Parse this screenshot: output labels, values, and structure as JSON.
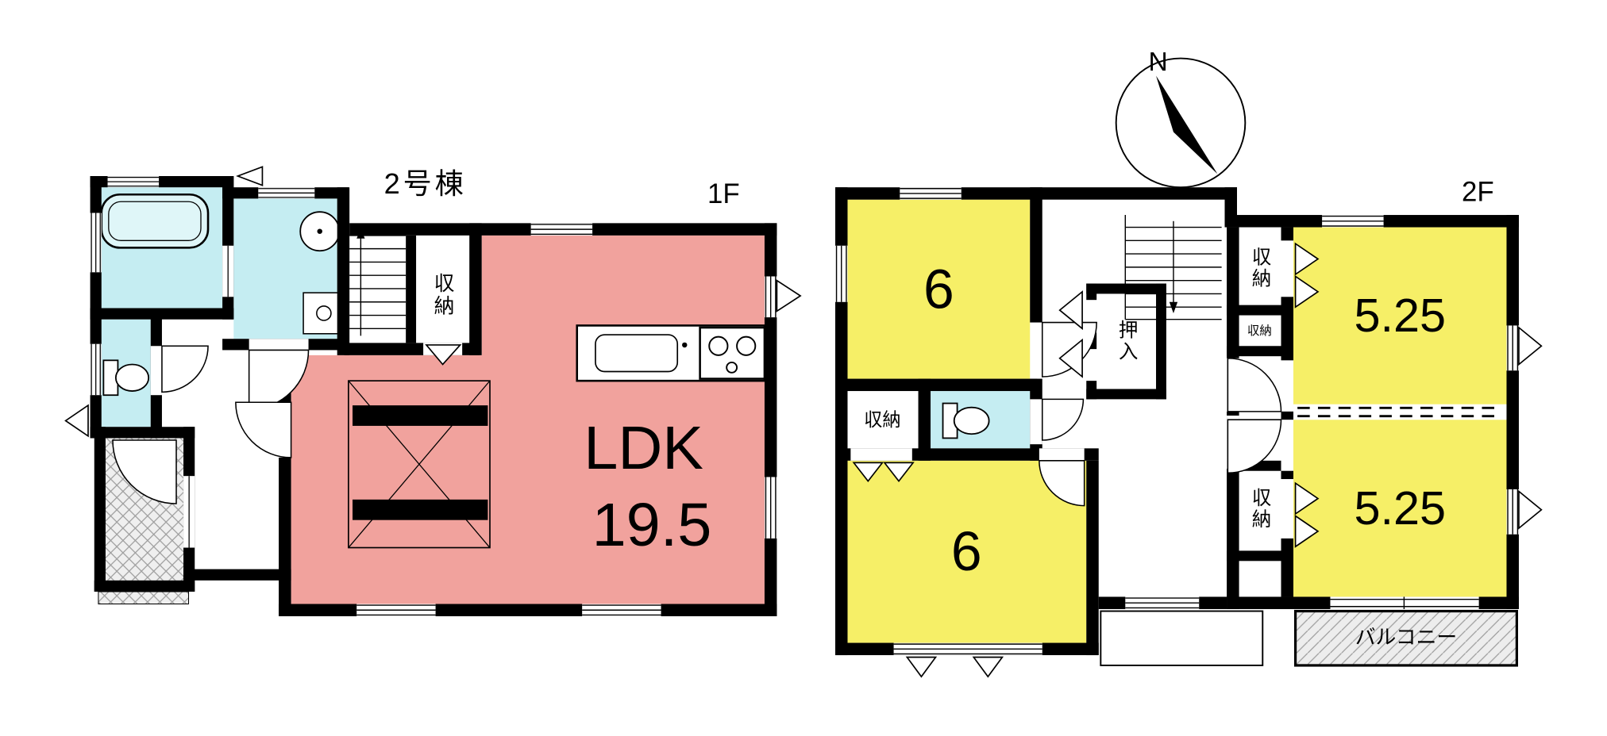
{
  "title": "2号棟",
  "floor1": {
    "label": "1F",
    "ldk_name": "LDK",
    "ldk_size": "19.5",
    "closet": "収納"
  },
  "floor2": {
    "label": "2F",
    "compass_north": "N",
    "room_top_left": "6",
    "room_bottom_left": "6",
    "room_top_right": "5.25",
    "room_bottom_right": "5.25",
    "closet_left": "収納",
    "closet_top_right": "収納",
    "closet_top_right_small": "収納",
    "closet_bottom_right": "収納",
    "oshiire": "押入",
    "balcony": "バルコニー"
  },
  "colors": {
    "wall": "#000000",
    "ldk_pink": "#f1a29d",
    "room_yellow": "#f6ef67",
    "wet_area_cyan": "#c5edf2",
    "hatch_gray": "#9e9e9e"
  }
}
